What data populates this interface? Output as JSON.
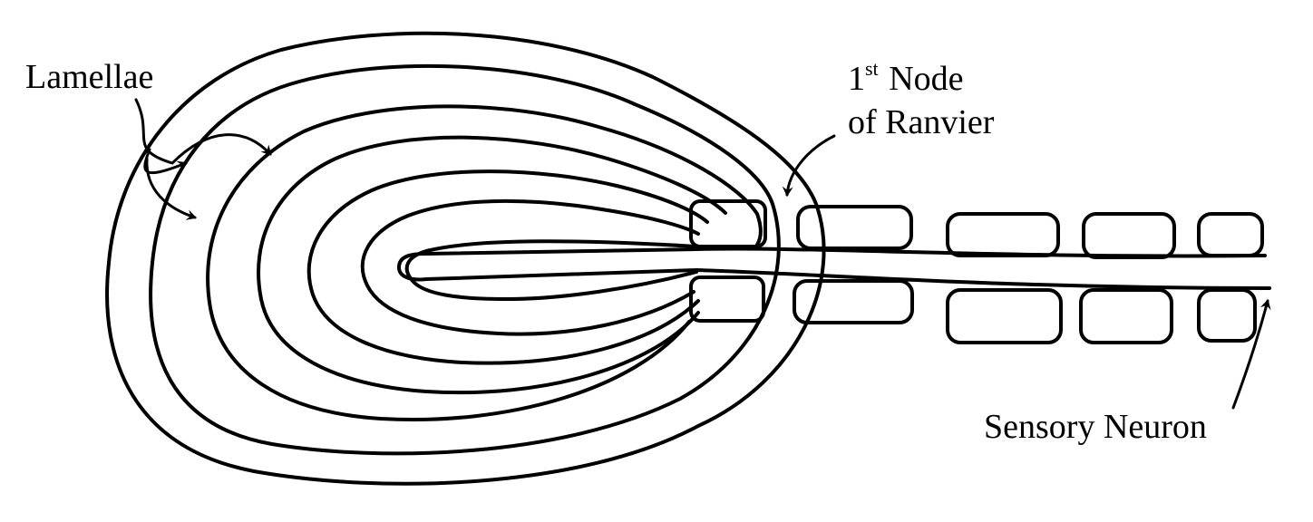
{
  "labels": {
    "lamellae": "Lamellae",
    "node_ordinal": "1",
    "node_superscript": "st",
    "node_word": "Node",
    "node_line2": "of Ranvier",
    "sensory_neuron": "Sensory Neuron"
  }
}
